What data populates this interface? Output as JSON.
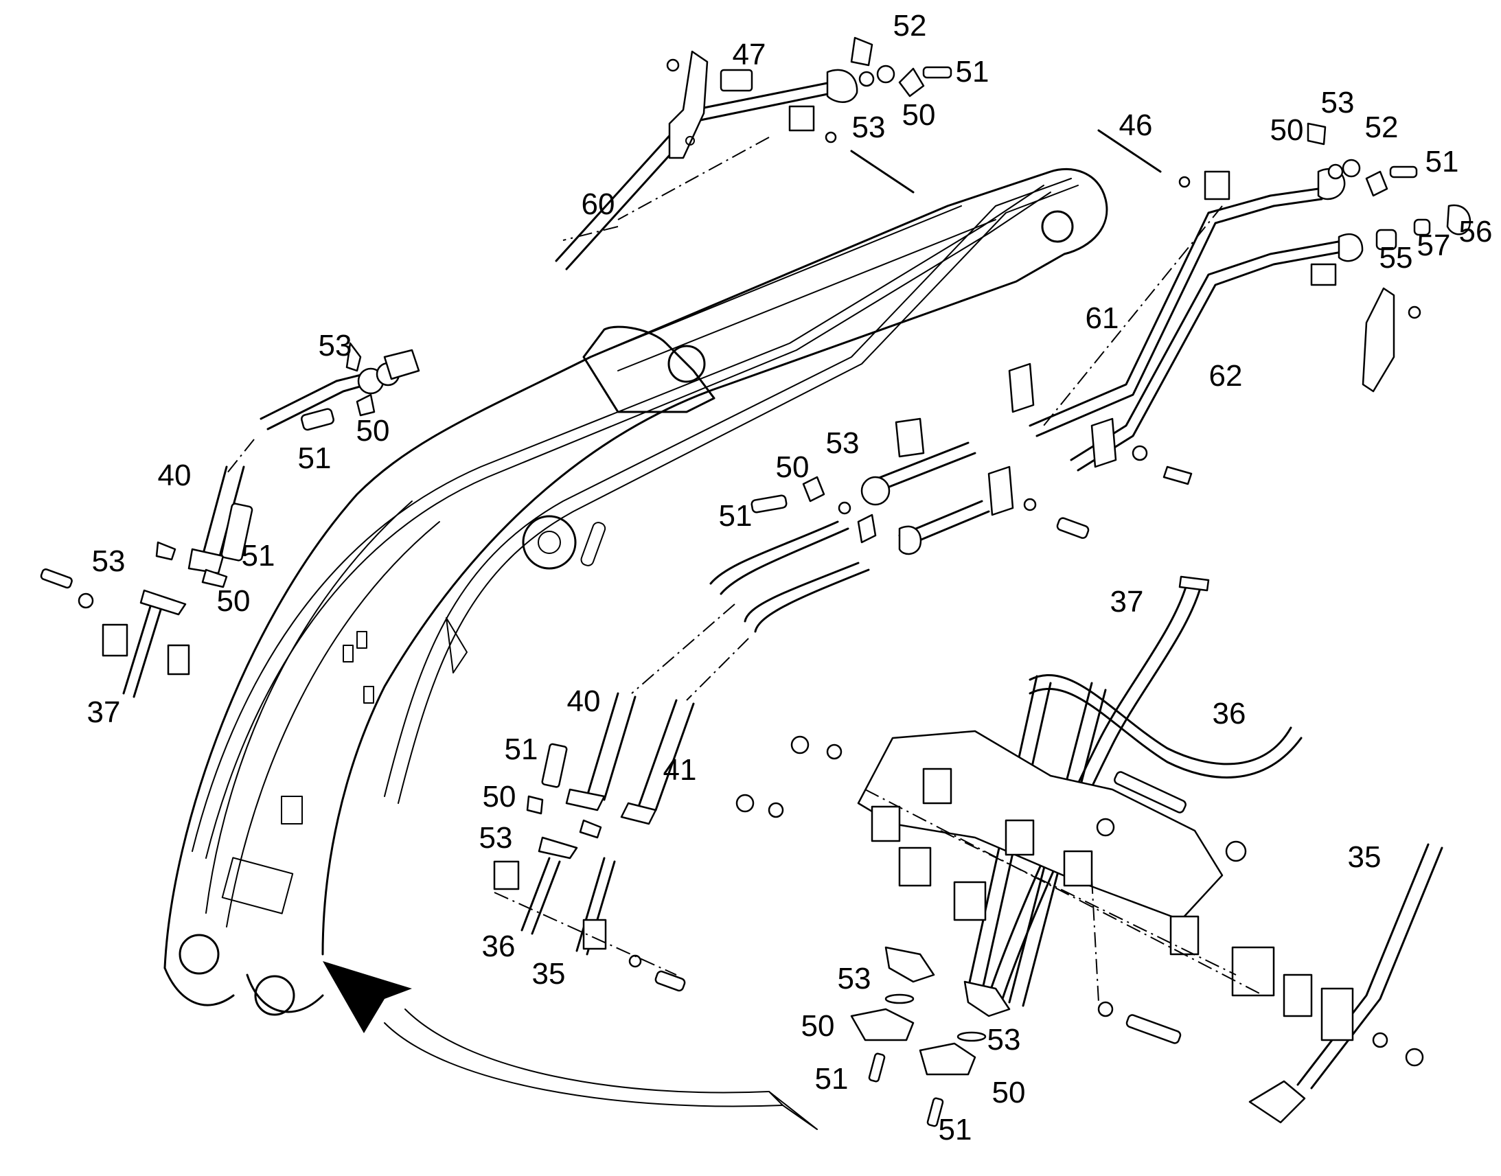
{
  "diagram": {
    "type": "exploded-parts-diagram",
    "labels": [
      {
        "text": "47"
      },
      {
        "text": "52"
      },
      {
        "text": "51"
      },
      {
        "text": "53"
      },
      {
        "text": "50"
      },
      {
        "text": "46"
      },
      {
        "text": "50"
      },
      {
        "text": "53"
      },
      {
        "text": "52"
      },
      {
        "text": "51"
      },
      {
        "text": "60"
      },
      {
        "text": "56"
      },
      {
        "text": "57"
      },
      {
        "text": "55"
      },
      {
        "text": "61"
      },
      {
        "text": "62"
      },
      {
        "text": "53"
      },
      {
        "text": "50"
      },
      {
        "text": "51"
      },
      {
        "text": "40"
      },
      {
        "text": "53"
      },
      {
        "text": "51"
      },
      {
        "text": "50"
      },
      {
        "text": "37"
      },
      {
        "text": "53"
      },
      {
        "text": "50"
      },
      {
        "text": "51"
      },
      {
        "text": "37"
      },
      {
        "text": "36"
      },
      {
        "text": "40"
      },
      {
        "text": "41"
      },
      {
        "text": "51"
      },
      {
        "text": "50"
      },
      {
        "text": "53"
      },
      {
        "text": "36"
      },
      {
        "text": "35"
      },
      {
        "text": "35"
      },
      {
        "text": "53"
      },
      {
        "text": "50"
      },
      {
        "text": "51"
      },
      {
        "text": "53"
      },
      {
        "text": "50"
      },
      {
        "text": "51"
      }
    ]
  }
}
